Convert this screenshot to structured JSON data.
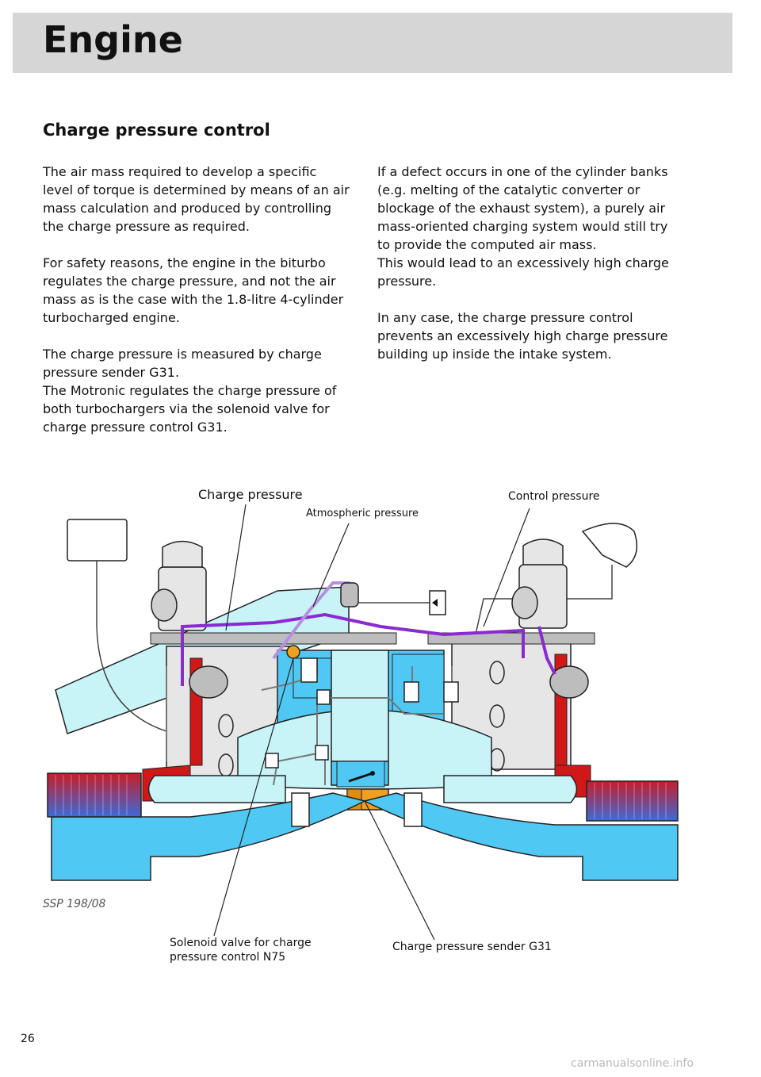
{
  "header": {
    "title": "Engine"
  },
  "section": {
    "title": "Charge pressure control"
  },
  "left_column": {
    "paragraphs": [
      "The air mass required to develop a specific\nlevel of torque is determined by means of an air\nmass calculation and produced by controlling\nthe charge pressure as required.",
      "For safety reasons, the engine in the biturbo\nregulates the charge pressure, and not the air\nmass as is the case with the 1.8-litre 4-cylinder\nturbocharged engine.",
      "The charge pressure is measured by charge\npressure sender G31.\nThe Motronic regulates the charge pressure of\nboth turbochargers via the solenoid valve for\ncharge pressure control G31."
    ]
  },
  "right_column": {
    "paragraphs": [
      "If a defect occurs in one of the cylinder banks\n(e.g. melting of the catalytic converter or\nblockage of the exhaust system), a purely air\nmass-oriented charging system would still try\nto provide the computed air mass.\nThis would lead to an excessively high charge\npressure.",
      "In any case, the charge pressure control\nprevents an excessively high charge pressure\nbuilding up inside the intake system."
    ]
  },
  "diagram": {
    "labels": {
      "charge_pressure": "Charge pressure",
      "atmospheric_pressure": "Atmospheric pressure",
      "control_pressure": "Control pressure",
      "solenoid_valve": "Solenoid valve for charge\npressure control N75",
      "pressure_sender": "Charge pressure sender G31"
    },
    "reference": "SSP 198/08",
    "colors": {
      "intake_blue": "#4fc8f4",
      "light_cyan": "#c8f4f8",
      "engine_gray": "#e6e6e6",
      "exhaust_red": "#d01818",
      "control_purple": "#8a2ad0",
      "sender_orange": "#f0a020"
    }
  },
  "footer": {
    "page_number": "26",
    "watermark": "carmanualsonline.info"
  }
}
